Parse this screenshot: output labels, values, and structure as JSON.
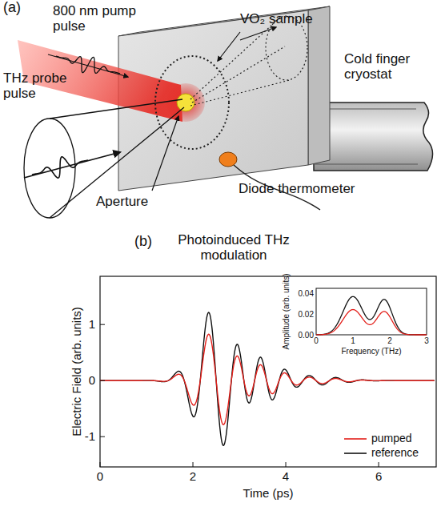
{
  "diagram": {
    "labels": [
      "(a)",
      "800 nm pump pulse",
      "VO₂ sample",
      "Cold finger cryostat",
      "THz probe pulse",
      "Aperture",
      "Diode thermometer",
      "(b)",
      "Photoinduced THz modulation",
      "Electric Field (arb. units)",
      "1",
      "0",
      "-1",
      "0",
      "2",
      "4",
      "6",
      "Time (ps)",
      "Amplitude (arb. units)",
      "0.04",
      "0.02",
      "0.00",
      "0",
      "1",
      "2",
      "3",
      "Frequency (THz)"
    ],
    "legend": [
      {
        "text": "pumped"
      },
      {
        "text": "reference"
      }
    ]
  }
}
